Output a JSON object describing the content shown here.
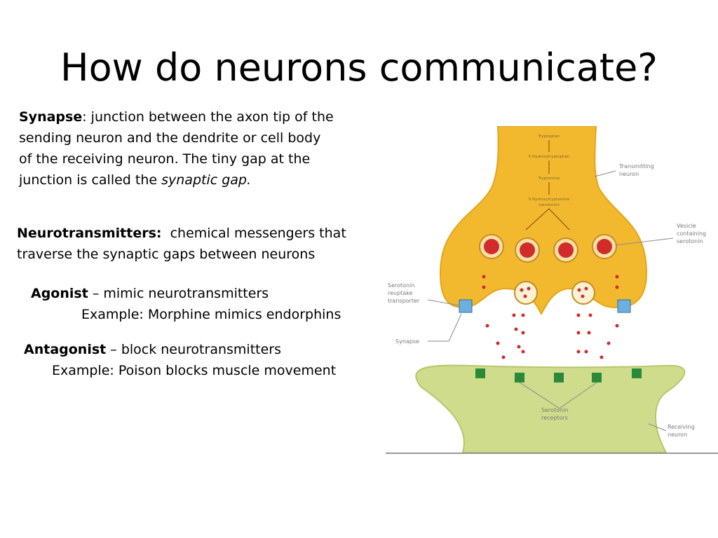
{
  "title": "How do neurons communicate?",
  "synapse": {
    "term": "Synapse",
    "line1": ": junction between the axon tip of the",
    "line2": "sending neuron and the dendrite or cell body",
    "line3": "of the receiving neuron.  The tiny gap at the",
    "line4_prefix": "junction is called the ",
    "line4_italic": "synaptic gap."
  },
  "neurotransmitters": {
    "term": "Neurotransmitters:",
    "line1": "  chemical messengers that",
    "line2": "traverse the synaptic gaps between neurons"
  },
  "agonist": {
    "term": "Agonist",
    "desc": " – mimic neurotransmitters",
    "example": "Example:  Morphine mimics endorphins"
  },
  "antagonist": {
    "term": "Antagonist",
    "desc": " – block neurotransmitters",
    "example": "Example:  Poison blocks muscle movement"
  },
  "diagram": {
    "labels": {
      "transmitting": [
        "Transmitting",
        "neuron"
      ],
      "vesicle": [
        "Vesicle",
        "containing",
        "serotonin"
      ],
      "reuptake": [
        "Serotonin",
        "reuptake",
        "transporter"
      ],
      "synapse": "Synapse",
      "receptors": [
        "Serotonin",
        "receptors"
      ],
      "receiving": [
        "Receiving",
        "neuron"
      ]
    },
    "pathway": [
      "Tryptophan",
      "5-Hydroxytryptophan",
      "Tryptamine",
      "5-Hydroxytryptamine",
      "(serotonin)"
    ],
    "colors": {
      "transmitting_fill": "#f2b92e",
      "receiving_fill": "#cfdc8c",
      "neurotransmitter": "#d22b2b",
      "receptor": "#2a8a3a",
      "transporter": "#6ab0e0"
    }
  }
}
